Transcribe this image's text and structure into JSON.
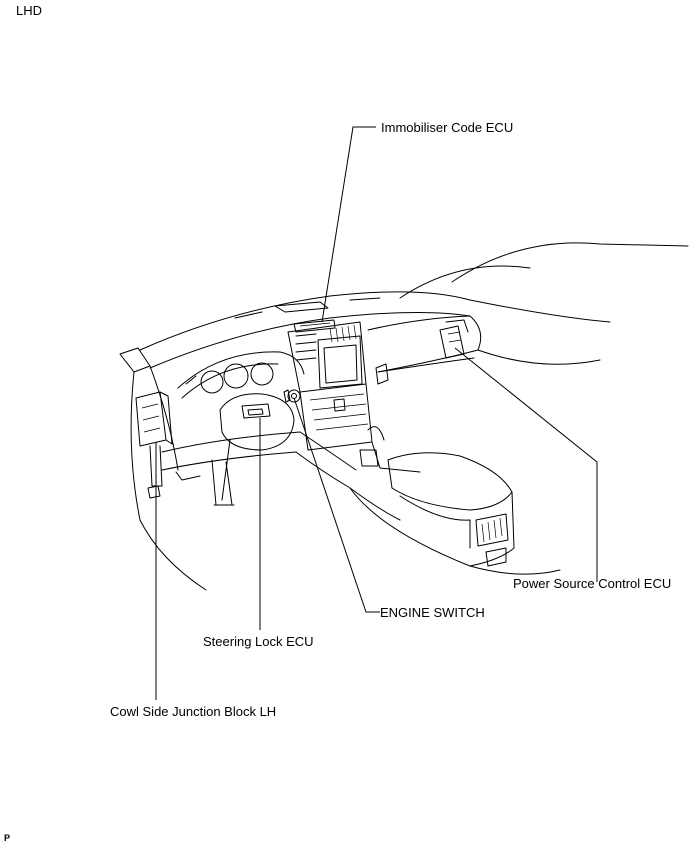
{
  "header": {
    "variant": "LHD"
  },
  "labels": {
    "immobiliser": "Immobiliser Code ECU",
    "power_source": "Power Source Control ECU",
    "engine_switch": "ENGINE SWITCH",
    "steering_lock": "Steering Lock ECU",
    "cowl_junction": "Cowl Side Junction Block LH"
  },
  "footer": {
    "mark": "P"
  }
}
